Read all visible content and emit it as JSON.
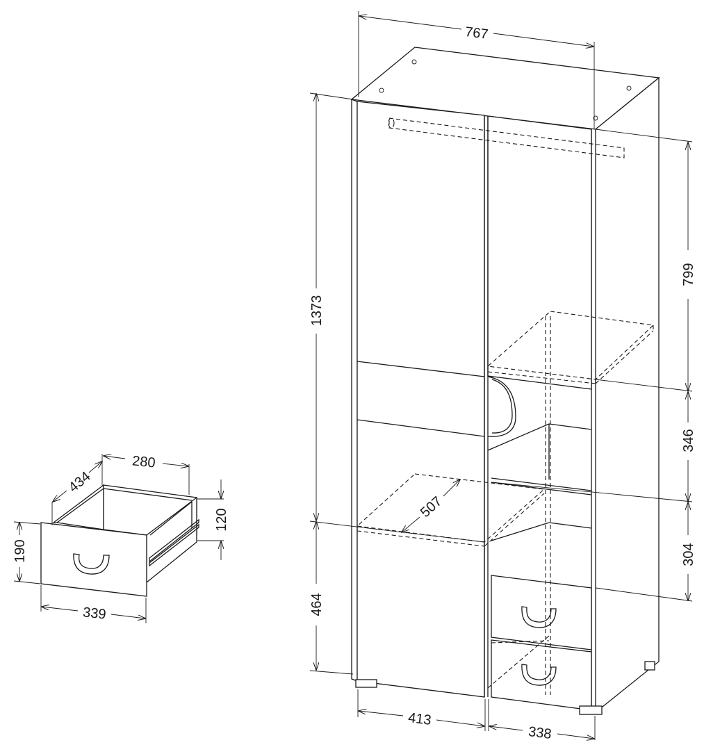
{
  "wardrobe": {
    "dimensions": {
      "width_total": "767",
      "height_upper": "1373",
      "height_lower": "464",
      "right_upper_space": "799",
      "right_shelf_gap_1": "346",
      "right_shelf_gap_2": "304",
      "shelf_depth": "507",
      "left_width": "413",
      "right_width": "338"
    }
  },
  "drawer": {
    "dimensions": {
      "depth": "434",
      "inner_width": "280",
      "height": "190",
      "inner_height": "120",
      "front_width": "339"
    }
  }
}
